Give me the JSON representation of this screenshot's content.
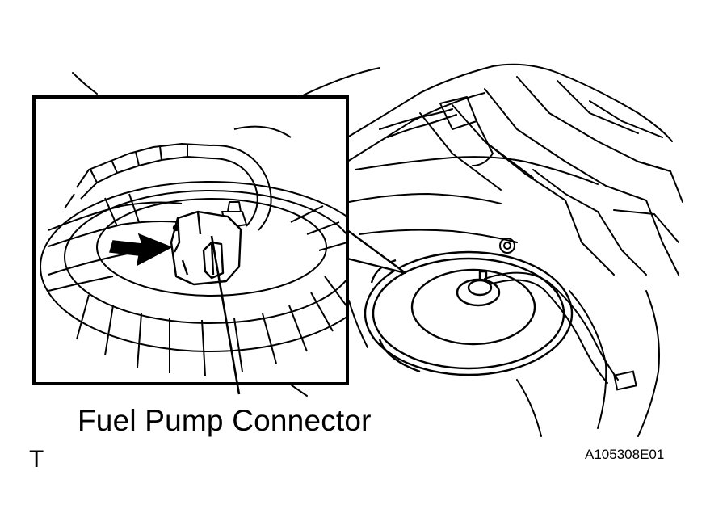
{
  "diagram": {
    "callout_label": "Fuel Pump Connector",
    "corner_mark": "T",
    "figure_id": "A105308E01"
  },
  "colors": {
    "ink": "#000000",
    "paper": "#ffffff"
  },
  "icons": {
    "pointer": "arrow-right-icon"
  }
}
